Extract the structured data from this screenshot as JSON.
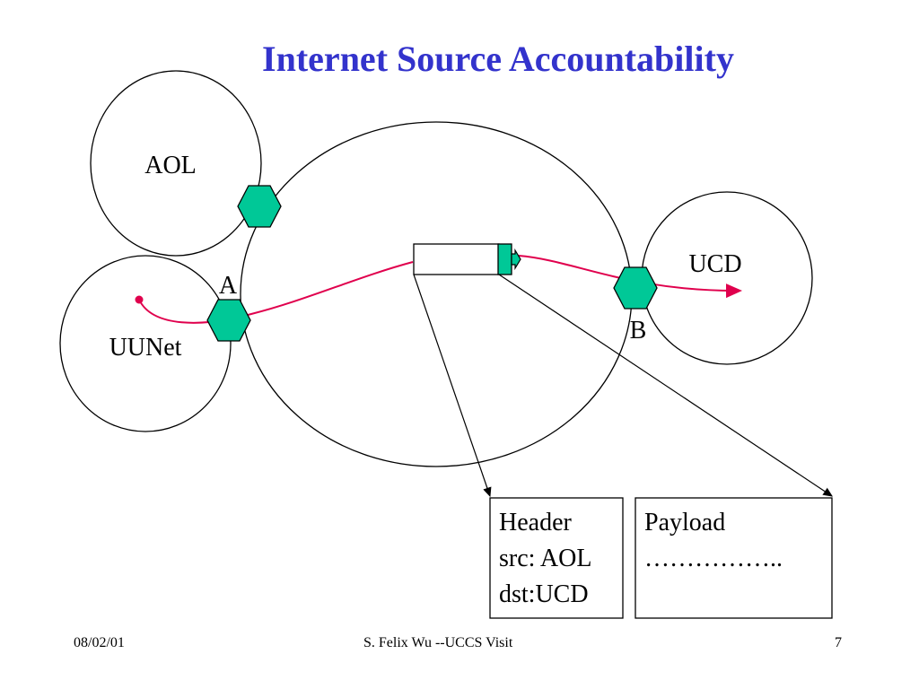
{
  "slide": {
    "title": "Internet Source Accountability"
  },
  "networks": {
    "aol": "AOL",
    "uunet": "UUNet",
    "ucd": "UCD"
  },
  "routers": {
    "a_label": "A",
    "b_label": "B"
  },
  "packet": {
    "header_title": "Header",
    "header_src": "src: AOL",
    "header_dst": "dst:UCD",
    "payload_title": "Payload",
    "payload_dots": "……………..",
    "path_color": "#e0004d",
    "router_color": "#00c897"
  },
  "footer": {
    "date": "08/02/01",
    "presenter": "S. Felix Wu --UCCS Visit",
    "page_number": "7"
  }
}
